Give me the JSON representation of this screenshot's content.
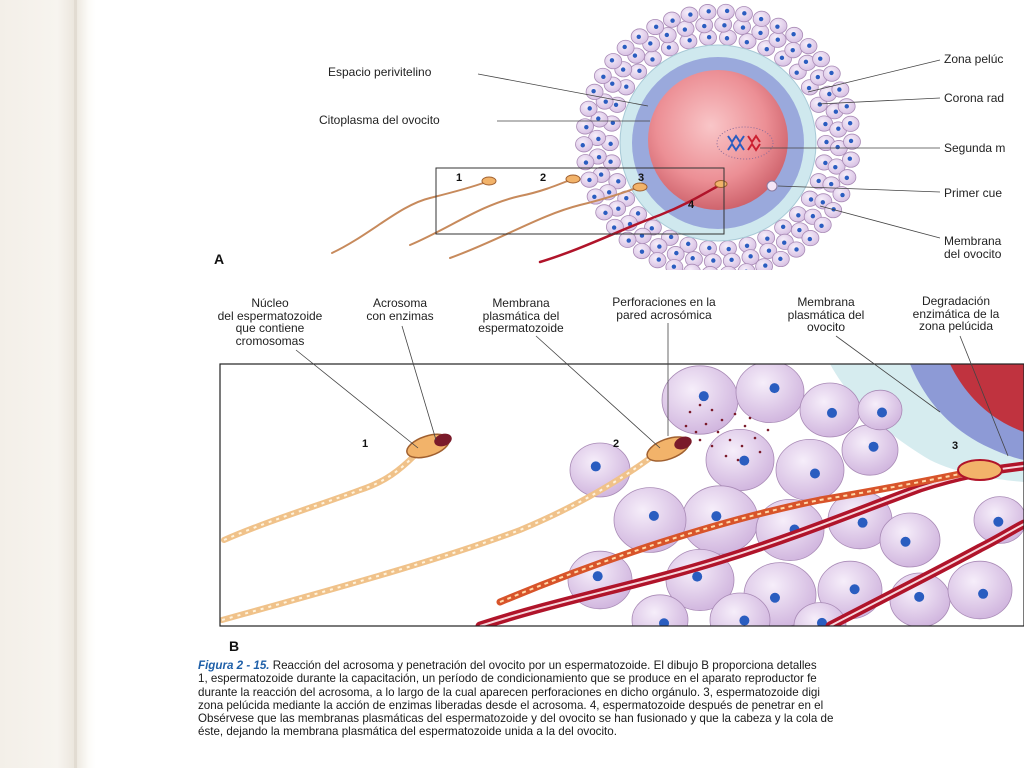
{
  "panel_a": {
    "panel_label": "A",
    "labels_left": {
      "perivitelline": "Espacio perivitelino",
      "cytoplasm": "Citoplasma del ovocito"
    },
    "labels_right": {
      "zona": "Zona pelúc",
      "corona": "Corona rad",
      "second": "Segunda m",
      "first": "Primer cue",
      "membrane": "Membrana\ndel ovocito"
    },
    "sperm_numbers": [
      "1",
      "2",
      "3",
      "4"
    ]
  },
  "panel_b": {
    "panel_label": "B",
    "labels": {
      "nucleus": "Núcleo\ndel espermatozoide\nque contiene\ncromosomas",
      "acrosome": "Acrosoma\ncon enzimas",
      "sperm_membrane": "Membrana\nplasmática del\nespermatozoide",
      "perforations": "Perforaciones en la\npared acrosómica",
      "oocyte_membrane": "Membrana\nplasmática del\novocito",
      "degradation": "Degradación\nenzimática de la\nzona pelúcida"
    },
    "sperm_numbers": [
      "1",
      "2",
      "3"
    ]
  },
  "caption": {
    "figure_label": "Figura 2 - 15.",
    "line1": " Reacción del acrosoma y penetración del ovocito por un espermatozoide. El dibujo B proporciona detalles",
    "line2": "1, espermatozoide durante la capacitación, un período de condicionamiento que se produce en el aparato reproductor fe",
    "line3": "durante la reacción del acrosoma, a lo largo de la cual aparecen perforaciones en dicho orgánulo. 3, espermatozoide digi",
    "line4": "zona pelúcida mediante la acción de enzimas liberadas desde el acrosoma. 4, espermatozoide después de penetrar en el",
    "line5": "Obsérvese que las membranas plasmáticas del espermatozoide y del ovocito se han fusionado y que la cabeza y la cola de",
    "line6": "éste, dejando la membrana plasmática del espermatozoide unida a la del ovocito."
  },
  "colors": {
    "cell_fill": "#e6d2ec",
    "cell_stroke": "#a98bb6",
    "nucleus": "#2a5dc0",
    "zona": "#c8e4ec",
    "perivitelline": "#8a9fd8",
    "cytoplasm": "#e8898f",
    "sperm": "#f2b36a",
    "sperm_red": "#b0142a",
    "caption_accent": "#1e5fa8"
  }
}
